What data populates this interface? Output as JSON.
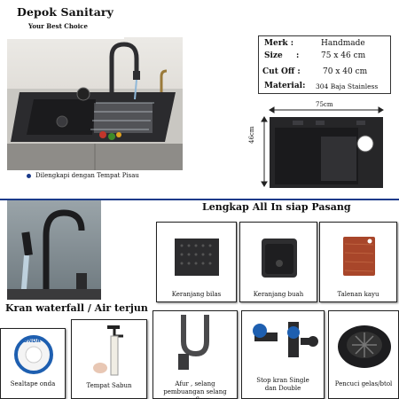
{
  "brand": {
    "name": "Depok Sanitary",
    "tagline": "Your Best Choice"
  },
  "main_caption": "Dilengkapi dengan Tempat Pisau",
  "specs": [
    {
      "key": "Merk :",
      "value": "Handmade"
    },
    {
      "key": "Size",
      "sep": ":",
      "value": "75 x 46 cm"
    },
    {
      "key": "Cut Off :",
      "value": "70 x 40 cm"
    },
    {
      "key": "Material:",
      "value": "304 Baja Stainless"
    }
  ],
  "dimensions": {
    "width": "75cm",
    "height": "46cm"
  },
  "complete_heading": "Lengkap All In siap Pasang",
  "faucet_caption": "Kran waterfall / Air terjun",
  "accessories_row1": [
    {
      "label": "Keranjang bilas"
    },
    {
      "label": "Keranjang buah"
    },
    {
      "label": "Talenan kayu"
    }
  ],
  "accessories_row2": [
    {
      "label": "Sealtape onda",
      "brand": "ONDA"
    },
    {
      "label": "Tempat Sabun"
    },
    {
      "label": "Afur , selang pembuangan selang overflow"
    },
    {
      "label": "Stop kran Single dan Double"
    },
    {
      "label": "Pencuci gelas/btol"
    }
  ],
  "colors": {
    "accent": "#1a3a8a",
    "sink": "#2a2a2c",
    "wood": "#a8462a",
    "blue": "#1e5fb0"
  }
}
